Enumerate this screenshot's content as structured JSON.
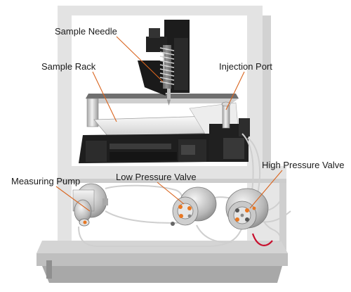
{
  "labels": {
    "sample_needle": "Sample Needle",
    "sample_rack": "Sample Rack",
    "injection_port": "Injection Port",
    "high_pressure_valve": "High Pressure Valve",
    "low_pressure_valve": "Low Pressure Valve",
    "measuring_pump": "Measuring Pump"
  },
  "colors": {
    "frame": "#e2e2e2",
    "frame_shadow": "#bdbdbd",
    "leader": "#d9641e",
    "metal": "#c8c8c8",
    "dark": "#1b1b1b",
    "tube": "#cfcfcf",
    "accent_red": "#c8102e",
    "accent_orange": "#e87722"
  }
}
